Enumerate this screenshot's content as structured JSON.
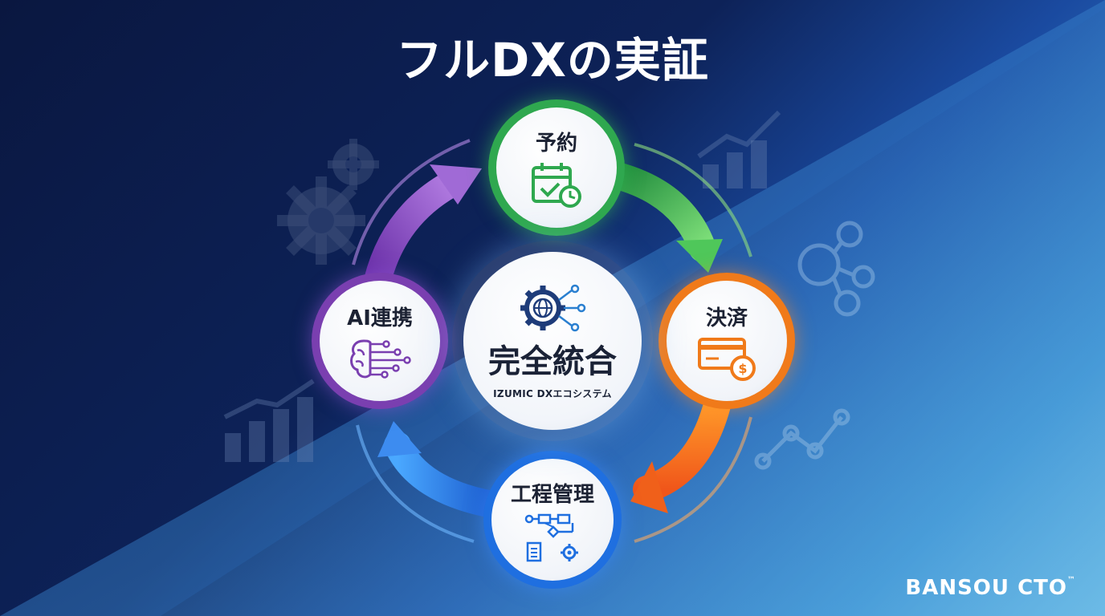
{
  "title": "フルDXの実証",
  "center": {
    "title": "完全統合",
    "subtitle": "IZUMIC DXエコシステム",
    "icon": "gear-globe-network-icon"
  },
  "nodes": [
    {
      "id": "reservation",
      "label": "予約",
      "icon": "calendar-check-clock-icon",
      "color": "#2fa84f"
    },
    {
      "id": "payment",
      "label": "決済",
      "icon": "credit-card-dollar-icon",
      "color": "#f07a1a"
    },
    {
      "id": "process",
      "label": "工程管理",
      "icon": "flowchart-checklist-gear-icon",
      "color": "#1f6fe0"
    },
    {
      "id": "ai",
      "label": "AI連携",
      "icon": "brain-circuit-icon",
      "color": "#7a3fb0"
    }
  ],
  "brand": {
    "name": "BANSOU CTO",
    "mark": "™"
  },
  "colors": {
    "green": "#2fa84f",
    "orange": "#f07a1a",
    "blue": "#1f6fe0",
    "purple": "#7a3fb0"
  }
}
